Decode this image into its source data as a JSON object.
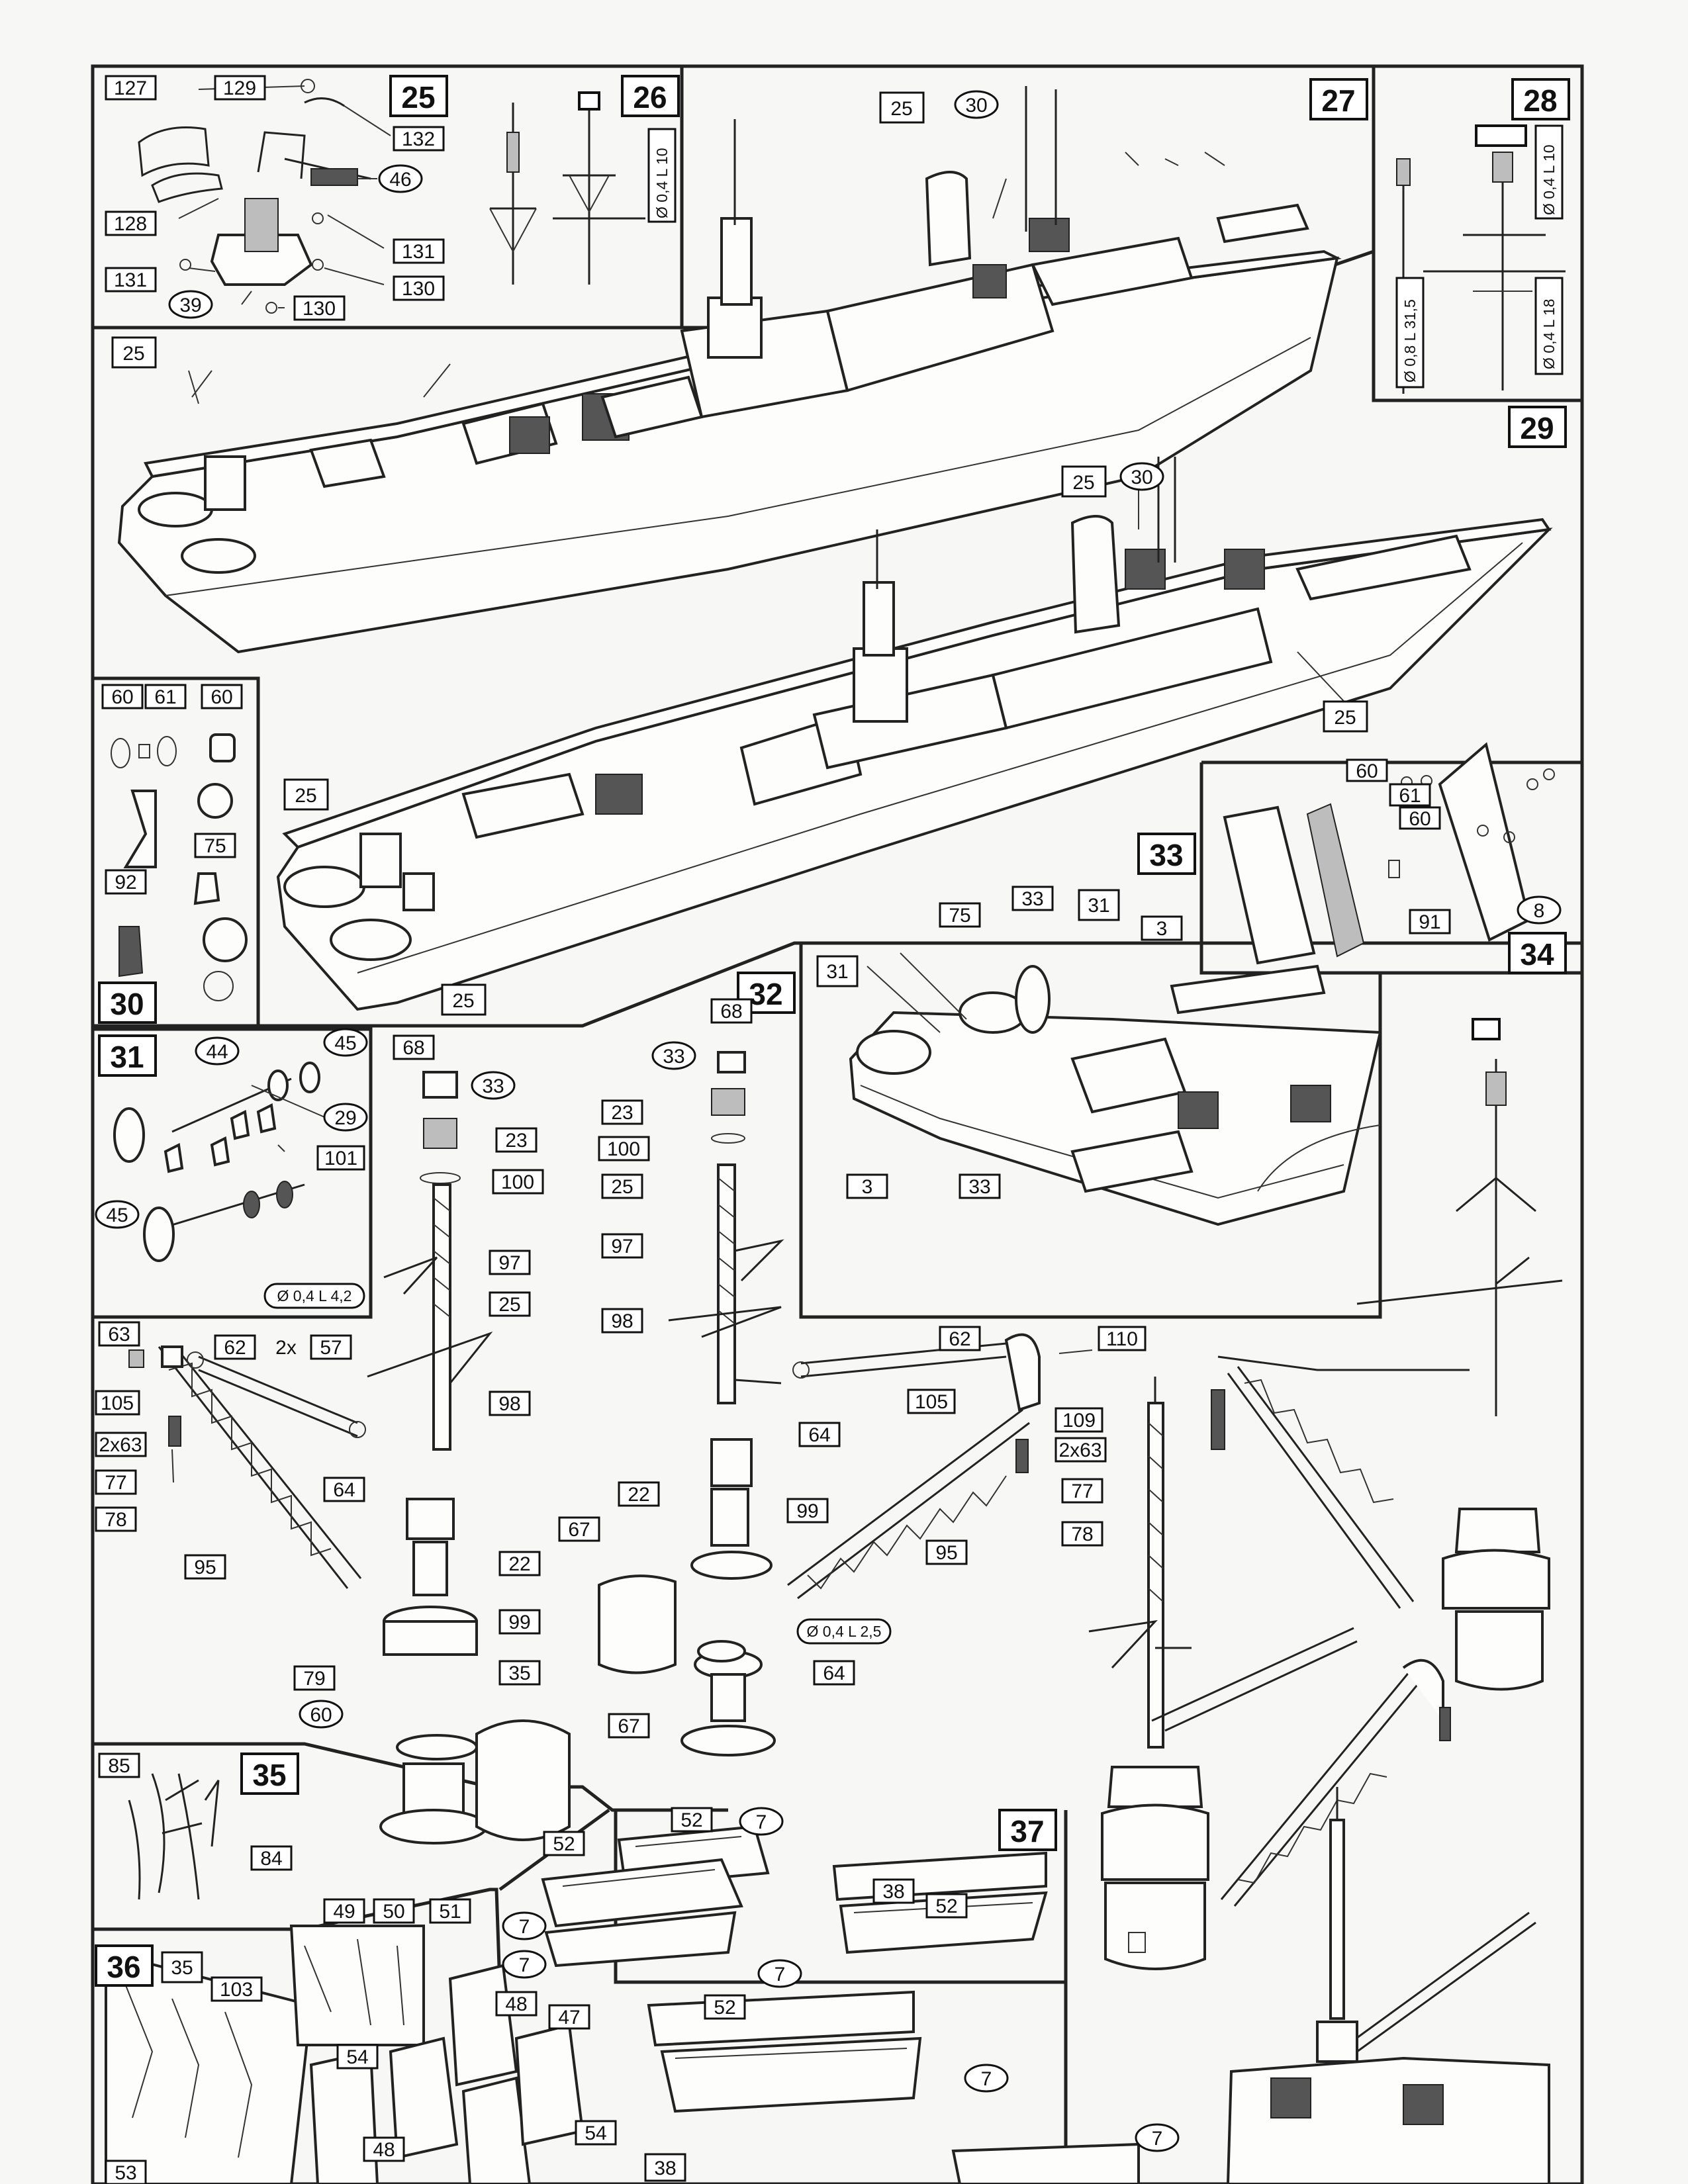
{
  "steps": [
    "25",
    "26",
    "27",
    "28",
    "29",
    "30",
    "31",
    "32",
    "33",
    "34",
    "35",
    "36",
    "37"
  ],
  "labels": {
    "p127": "127",
    "p129": "129",
    "p132": "132",
    "p46": "46",
    "p128": "128",
    "p131a": "131",
    "p131b": "131",
    "p130a": "130",
    "p130b": "130",
    "p39": "39",
    "s27_25": "25",
    "s27_30": "30",
    "s27_25b": "25",
    "s29_25": "25",
    "s29_30": "30",
    "s29_25b": "25",
    "s29_25c": "25",
    "s29_25d": "25",
    "s30_60a": "60",
    "s30_61": "61",
    "s30_60b": "60",
    "s30_75": "75",
    "s30_92": "92",
    "s34_60a": "60",
    "s34_61": "61",
    "s34_60b": "60",
    "s34_91": "91",
    "s34_8": "8",
    "s33_75": "75",
    "s33_33a": "33",
    "s33_31a": "31",
    "s33_3a": "3",
    "s33_31b": "31",
    "s33_3b": "3",
    "s33_33b": "33",
    "s31_44": "44",
    "s31_45a": "45",
    "s31_29": "29",
    "s31_101": "101",
    "s31_45b": "45",
    "m_68a": "68",
    "m_33a": "33",
    "m_23a": "23",
    "m_100a": "100",
    "m_97a": "97",
    "m_25a": "25",
    "m_98a": "98",
    "m_64a": "64",
    "m_22a": "22",
    "m_99a": "99",
    "m_35a": "35",
    "m_79": "79",
    "m_60": "60",
    "m_67a": "67",
    "c_63": "63",
    "c_62a": "62",
    "c_2x57": "2x",
    "c_57": "57",
    "c_105a": "105",
    "c_2x63a": "2x63",
    "c_77a": "77",
    "c_78a": "78",
    "c_95a": "95",
    "m2_68": "68",
    "m2_33": "33",
    "m2_23": "23",
    "m2_100": "100",
    "m2_25": "25",
    "m2_97": "97",
    "m2_98": "98",
    "m2_64a": "64",
    "m2_22": "22",
    "m2_99": "99",
    "m2_67": "67",
    "m2_64b": "64",
    "c2_62": "62",
    "c2_110": "110",
    "c2_105": "105",
    "c2_109": "109",
    "c2_2x63": "2x63",
    "c2_77": "77",
    "c2_78": "78",
    "c2_95": "95",
    "s35_85": "85",
    "s35_84": "84",
    "s36_35": "35",
    "s36_103": "103",
    "s36_49": "49",
    "s36_50": "50",
    "s36_51": "51",
    "s36_48a": "48",
    "s36_47": "47",
    "s36_54a": "54",
    "s36_48b": "48",
    "s36_54b": "54",
    "s36_53": "53",
    "s37_52a": "52",
    "s37_7a": "7",
    "s37_52b": "52",
    "s37_7b": "7",
    "s37_7c": "7",
    "s37_7d": "7",
    "s37_38a": "38",
    "s37_52c": "52",
    "s37_52d": "52",
    "s37_7e": "7",
    "s37_38b": "38",
    "s37_7f": "7"
  },
  "dims": {
    "d26": "Ø 0,4 L 10",
    "d28a": "Ø 0,4 L 10",
    "d28b": "Ø 0,8 L 31,5",
    "d28c": "Ø 0,4 L 18",
    "d31": "Ø 0,4 L 4,2",
    "d32": "Ø 0,4 L 2,5"
  }
}
